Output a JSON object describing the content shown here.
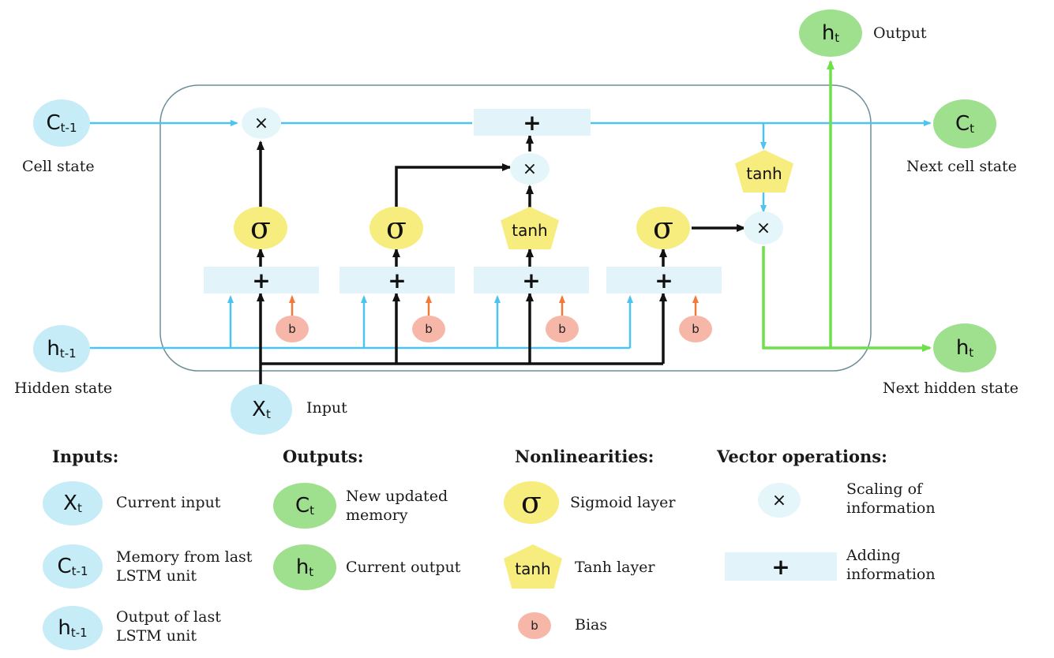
{
  "nodes": {
    "c_prev": {
      "main": "C",
      "sub": "t-1"
    },
    "h_prev": {
      "main": "h",
      "sub": "t-1"
    },
    "x_t": {
      "main": "X",
      "sub": "t"
    },
    "c_t": {
      "main": "C",
      "sub": "t"
    },
    "h_t": {
      "main": "h",
      "sub": "t"
    },
    "h_out": {
      "main": "h",
      "sub": "t"
    }
  },
  "labels": {
    "cell_state": "Cell state",
    "hidden_state": "Hidden state",
    "input": "Input",
    "next_cell_state": "Next cell state",
    "next_hidden_state": "Next hidden state",
    "output": "Output"
  },
  "symbols": {
    "sigma": "σ",
    "tanh": "tanh",
    "times": "×",
    "plus": "+",
    "bias": "b"
  },
  "legend": {
    "inputs": {
      "heading": "Inputs:",
      "items": [
        {
          "main": "X",
          "sub": "t",
          "text": "Current input"
        },
        {
          "main": "C",
          "sub": "t-1",
          "text": "Memory from last LSTM unit"
        },
        {
          "main": "h",
          "sub": "t-1",
          "text": "Output of last LSTM unit"
        }
      ]
    },
    "outputs": {
      "heading": "Outputs:",
      "items": [
        {
          "main": "C",
          "sub": "t",
          "text": "New updated memory"
        },
        {
          "main": "h",
          "sub": "t",
          "text": "Current output"
        }
      ]
    },
    "nonlinearities": {
      "heading": "Nonlinearities:",
      "items": [
        {
          "symbol": "σ",
          "text": "Sigmoid layer"
        },
        {
          "symbol": "tanh",
          "text": "Tanh layer"
        },
        {
          "symbol": "b",
          "text": "Bias"
        }
      ]
    },
    "vector_ops": {
      "heading": "Vector operations:",
      "items": [
        {
          "symbol": "×",
          "text": "Scaling of information"
        },
        {
          "symbol": "+",
          "text": "Adding information"
        }
      ]
    }
  },
  "colors": {
    "blue_line": "#4fc3f0",
    "green_line": "#6ee04a",
    "orange_arrow": "#f07a3a",
    "black_line": "#111111"
  }
}
